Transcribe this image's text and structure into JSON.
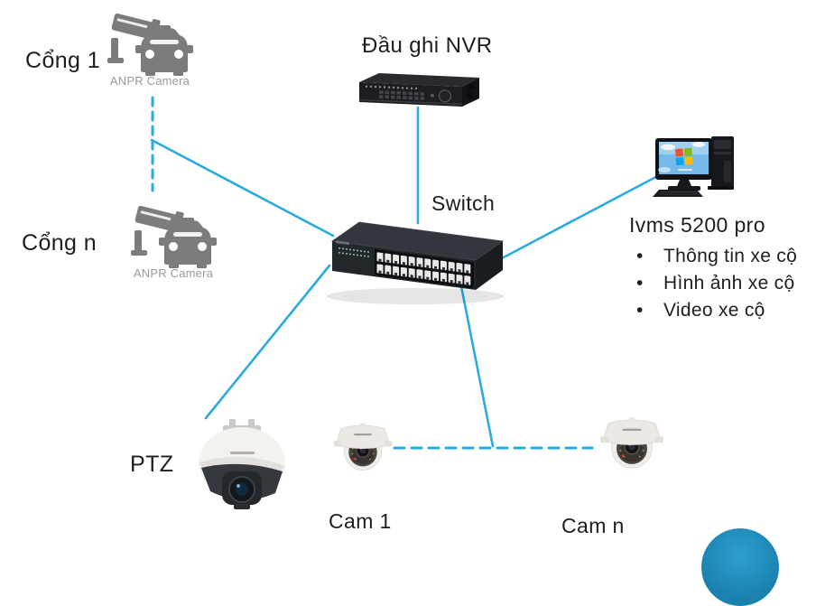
{
  "diagram": {
    "gates": {
      "gate1_label": "Cổng 1",
      "gate_n_label": "Cổng n",
      "anpr_camera_label": "ANPR Camera"
    },
    "nvr_label": "Đầu ghi NVR",
    "switch_label": "Switch",
    "vms": {
      "title": "Ivms 5200 pro",
      "features": [
        "Thông tin xe cộ",
        "Hình ảnh xe cộ",
        "Video xe cộ"
      ]
    },
    "ptz_label": "PTZ",
    "cam1_label": "Cam 1",
    "cam_n_label": "Cam n",
    "icons": {
      "anpr": "anpr-camera-icon",
      "nvr": "nvr-recorder-icon",
      "switch": "network-switch-icon",
      "vms_client": "desktop-computer-icon",
      "ptz": "ptz-camera-icon",
      "dome": "dome-camera-icon"
    },
    "colors": {
      "link_blue": "#29abe2",
      "icon_gray": "#7c7c7c",
      "anpr_label_gray": "#9a9a9a",
      "text_black": "#1e1e1e",
      "accent_circle_teal": "#1a80ae"
    }
  }
}
